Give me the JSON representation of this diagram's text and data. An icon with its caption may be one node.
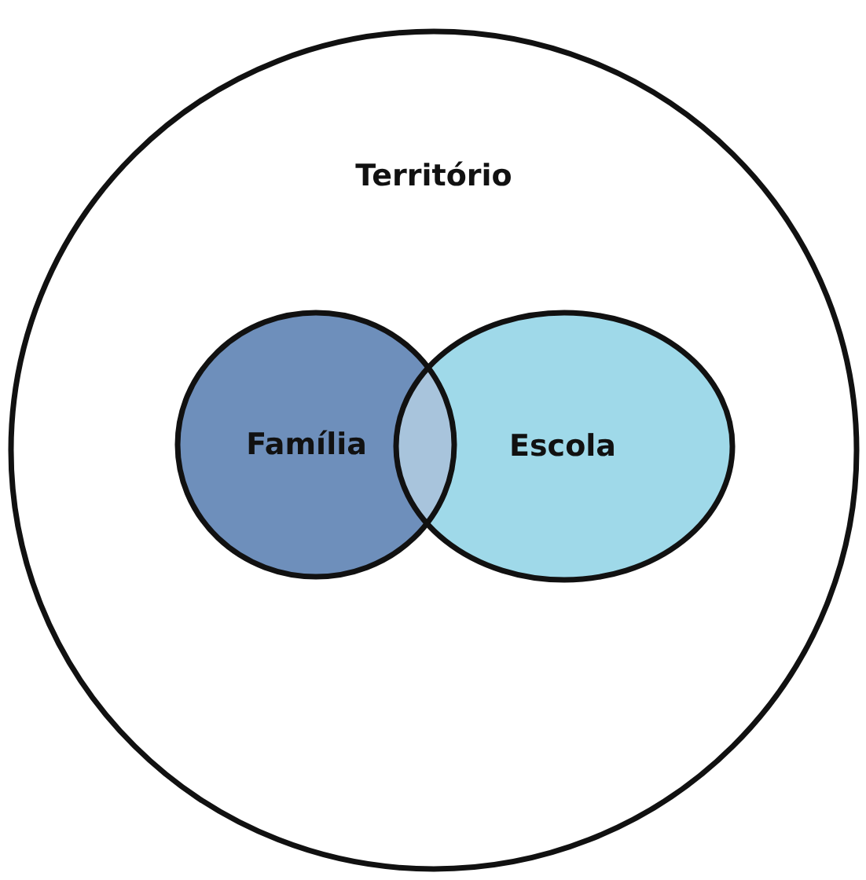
{
  "diagram": {
    "nodes": [
      {
        "text": [
          "Território"
        ]
      },
      {
        "text": [
          "Família"
        ],
        "in": 0
      },
      {
        "text": [
          "Escola"
        ],
        "in": 0
      }
    ]
  }
}
